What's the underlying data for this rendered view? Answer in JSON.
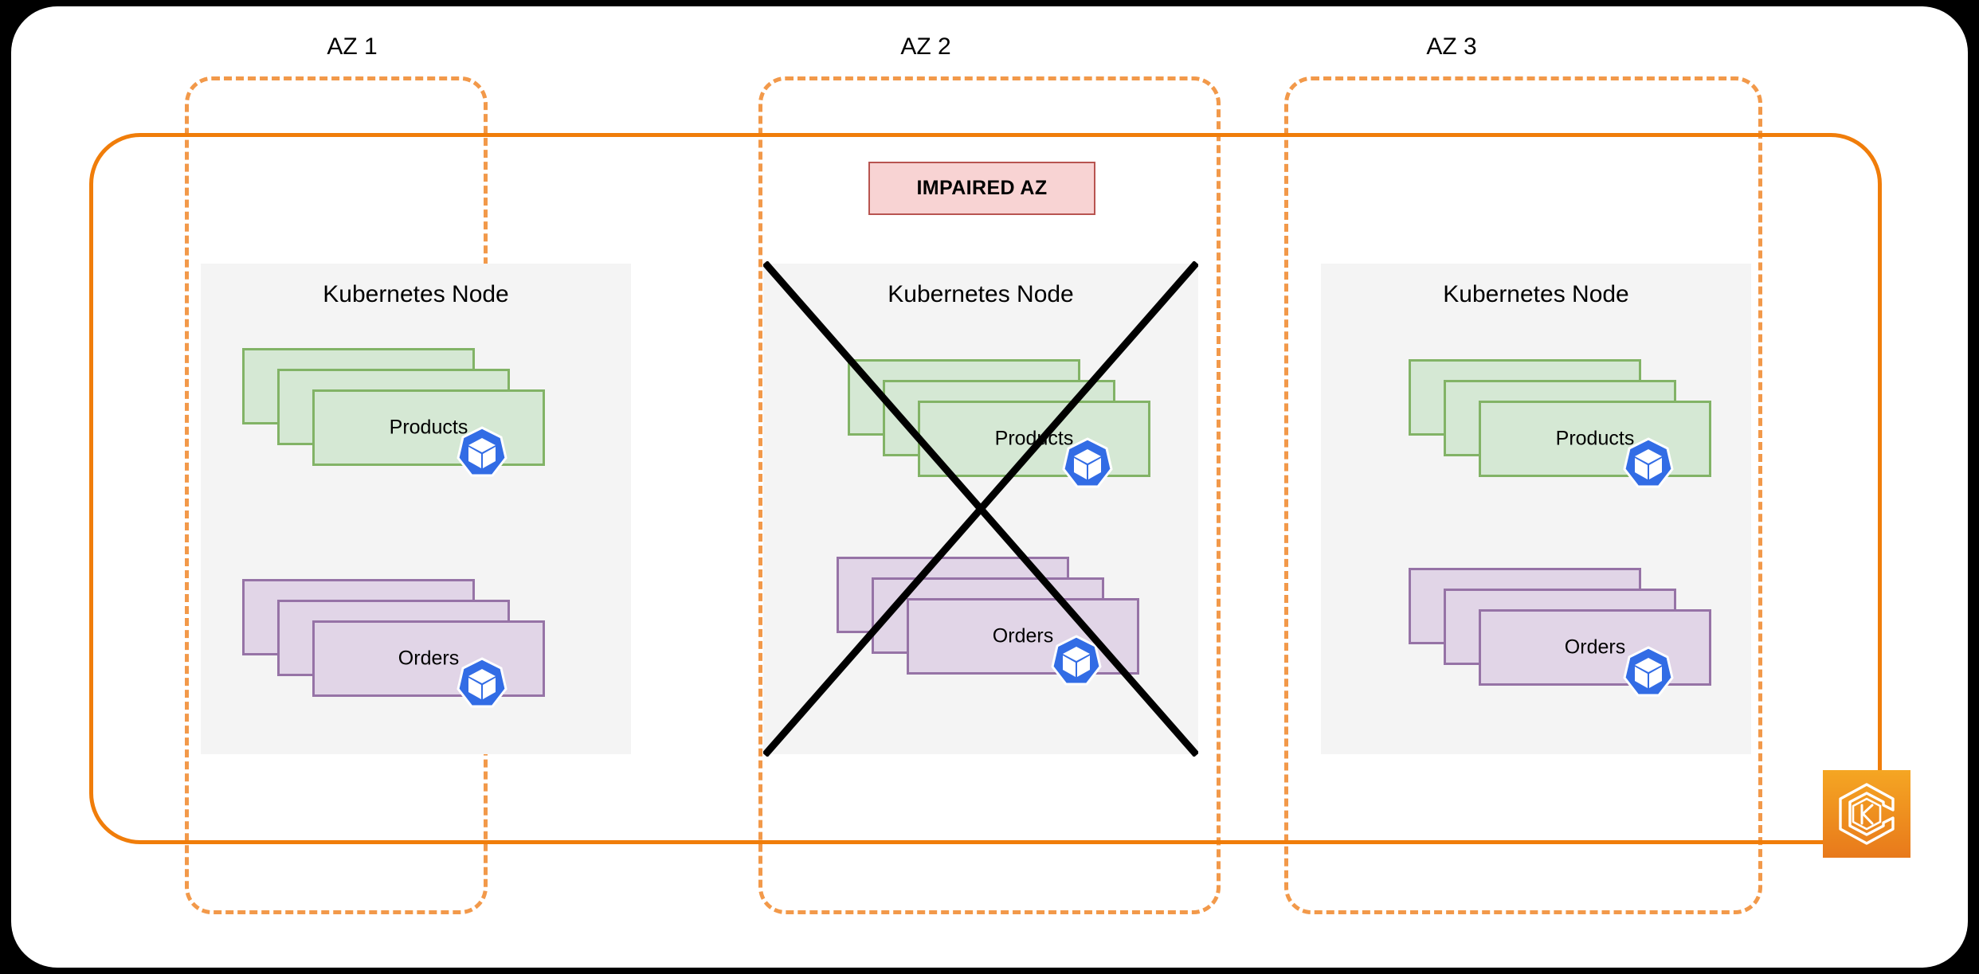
{
  "diagram": {
    "title": "Multi-AZ Kubernetes cluster with impaired availability zone",
    "background_color": "#000000",
    "page_color": "#ffffff",
    "accent_colors": {
      "az_dashed": "#F2994A",
      "cluster_solid": "#F07D0A",
      "node_panel": "#F4F4F4",
      "pod_green_fill": "#D5E8D4",
      "pod_green_border": "#82B366",
      "pod_purple_fill": "#E1D5E7",
      "pod_purple_border": "#9673A6",
      "impaired_fill": "#F8D3D3",
      "impaired_border": "#B85450",
      "k8s_blue": "#326CE5",
      "eks_orange_top": "#F5A623",
      "eks_orange_bottom": "#E8791B",
      "failure_x": "#000000"
    }
  },
  "availability_zones": [
    {
      "id": "az-1",
      "label": "AZ 1",
      "impaired": false,
      "node": {
        "label": "Kubernetes Node",
        "workloads": [
          {
            "name": "Products",
            "replicas": 3,
            "color": "green",
            "badge": "kubernetes-pod-icon"
          },
          {
            "name": "Orders",
            "replicas": 3,
            "color": "purple",
            "badge": "kubernetes-pod-icon"
          }
        ]
      }
    },
    {
      "id": "az-2",
      "label": "AZ 2",
      "impaired": true,
      "impaired_badge": "IMPAIRED AZ",
      "node": {
        "label": "Kubernetes Node",
        "workloads": [
          {
            "name": "Products",
            "replicas": 3,
            "color": "green",
            "badge": "kubernetes-pod-icon"
          },
          {
            "name": "Orders",
            "replicas": 3,
            "color": "purple",
            "badge": "kubernetes-pod-icon"
          }
        ]
      }
    },
    {
      "id": "az-3",
      "label": "AZ 3",
      "impaired": false,
      "node": {
        "label": "Kubernetes Node",
        "workloads": [
          {
            "name": "Products",
            "replicas": 3,
            "color": "green",
            "badge": "kubernetes-pod-icon"
          },
          {
            "name": "Orders",
            "replicas": 3,
            "color": "purple",
            "badge": "kubernetes-pod-icon"
          }
        ]
      }
    }
  ],
  "cluster": {
    "boundary_style": "solid-rounded-orange",
    "logo": {
      "name": "amazon-eks-logo",
      "glyph_letter": "K"
    }
  }
}
